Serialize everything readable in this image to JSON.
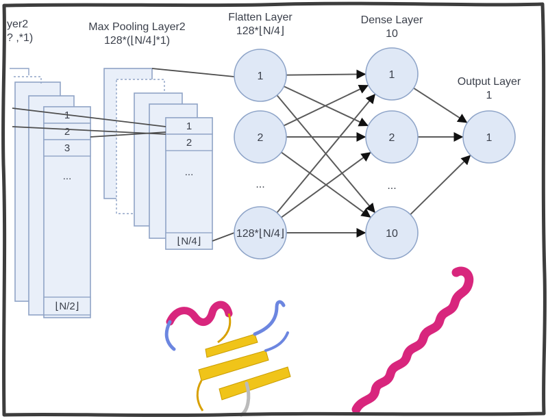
{
  "conv_layer": {
    "title_lines": [
      "yer2",
      "? ,*1)"
    ],
    "cells": [
      "1",
      "2",
      "3",
      "...",
      "⌊N/2⌋"
    ]
  },
  "pool_layer": {
    "title_lines": [
      "Max Pooling Layer2",
      "128*(⌊N/4⌋*1)"
    ],
    "cells": [
      "1",
      "2",
      "...",
      "⌊N/4⌋"
    ]
  },
  "flatten_layer": {
    "title_lines": [
      "Flatten Layer",
      "128*⌊N/4⌋"
    ],
    "nodes": [
      "1",
      "2",
      "128*⌊N/4⌋"
    ],
    "ellipsis": "..."
  },
  "dense_layer": {
    "title_lines": [
      "Dense Layer",
      "10"
    ],
    "nodes": [
      "1",
      "2",
      "10"
    ],
    "ellipsis": "..."
  },
  "output_layer": {
    "title_lines": [
      "Output Layer",
      "1"
    ],
    "nodes": [
      "1"
    ]
  },
  "colors": {
    "node_fill": "#dfe8f6",
    "node_stroke": "#8ea4c8",
    "box_fill": "#e9eff9",
    "box_stroke": "#8fa3c6",
    "edge": "#5a5a5a",
    "helix": "#d8267d",
    "sheet": "#f0c419",
    "loop_blue": "#6c86e0",
    "frame": "#3d3d3d"
  },
  "protein_icons": [
    "helix-sheet-protein-icon",
    "helix-protein-icon"
  ]
}
